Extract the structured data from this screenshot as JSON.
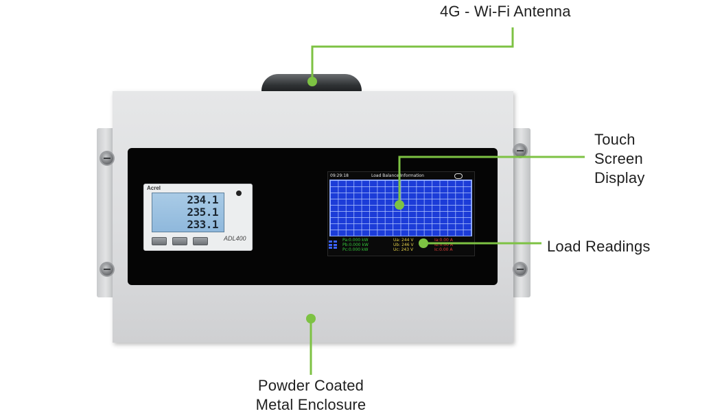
{
  "callouts": {
    "antenna": "4G - Wi-Fi Antenna",
    "touch_screen": [
      "Touch",
      "Screen",
      "Display"
    ],
    "load_readings": "Load Readings",
    "enclosure": [
      "Powder Coated",
      "Metal Enclosure"
    ]
  },
  "meter": {
    "brand": "Acrel",
    "readings": [
      "234.1",
      "235.1",
      "233.1"
    ],
    "model": "ADL400"
  },
  "screen": {
    "time": "09:29:18",
    "title": "Load Balance Information",
    "power": [
      "Pa:0.000 kW",
      "Pb:0.000 kW",
      "Pc:0.000 kW"
    ],
    "voltage": [
      "Ua: 244 V",
      "Ub: 246 V",
      "Uc: 243 V"
    ],
    "current": [
      "Ia:0.00 A",
      "Ib:0.00 A",
      "Ic:0.00 A"
    ]
  },
  "colors": {
    "leader_green": "#7dc243",
    "enclosure_grey": "#dcdddf",
    "panel_black": "#050505",
    "chart_blue": "#1c3cd8"
  }
}
